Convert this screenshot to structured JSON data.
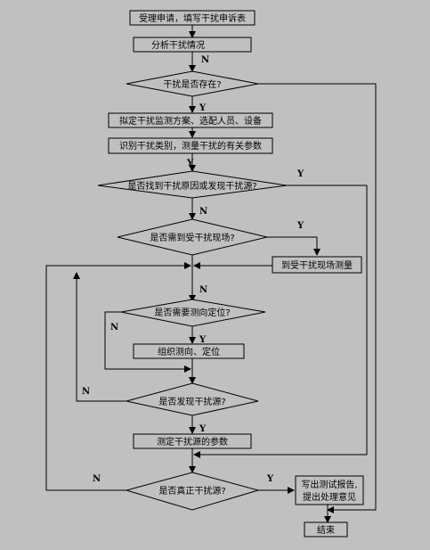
{
  "nodes": {
    "accept": "受理申请，填写干扰申诉表",
    "analyze": "分析干扰情况",
    "exists": "干扰是否存在?",
    "plan": "拟定干扰监测方案、选配人员、设备",
    "identify": "识别干扰类别，测量干扰的有关参数",
    "found_cause": "是否找到干扰原因或发现干扰源?",
    "need_site": "是否需到受干扰现场?",
    "site_measure": "到受干扰现场测量",
    "need_df": "是否需要测向定位?",
    "organize_df": "组织测向、定位",
    "found_source": "是否发现干扰源?",
    "measure_source": "测定干扰源的参数",
    "is_real": "是否真正干扰源?",
    "report_line1": "写出测试报告,",
    "report_line2": "提出处理意见",
    "end": "结束"
  },
  "edge_labels": {
    "n1": "N",
    "y1": "Y",
    "y2": "Y",
    "n2": "N",
    "y3": "Y",
    "n3": "N",
    "n4": "N",
    "y4": "Y",
    "n5": "N",
    "y5": "Y",
    "n6": "N",
    "y6": "Y"
  }
}
